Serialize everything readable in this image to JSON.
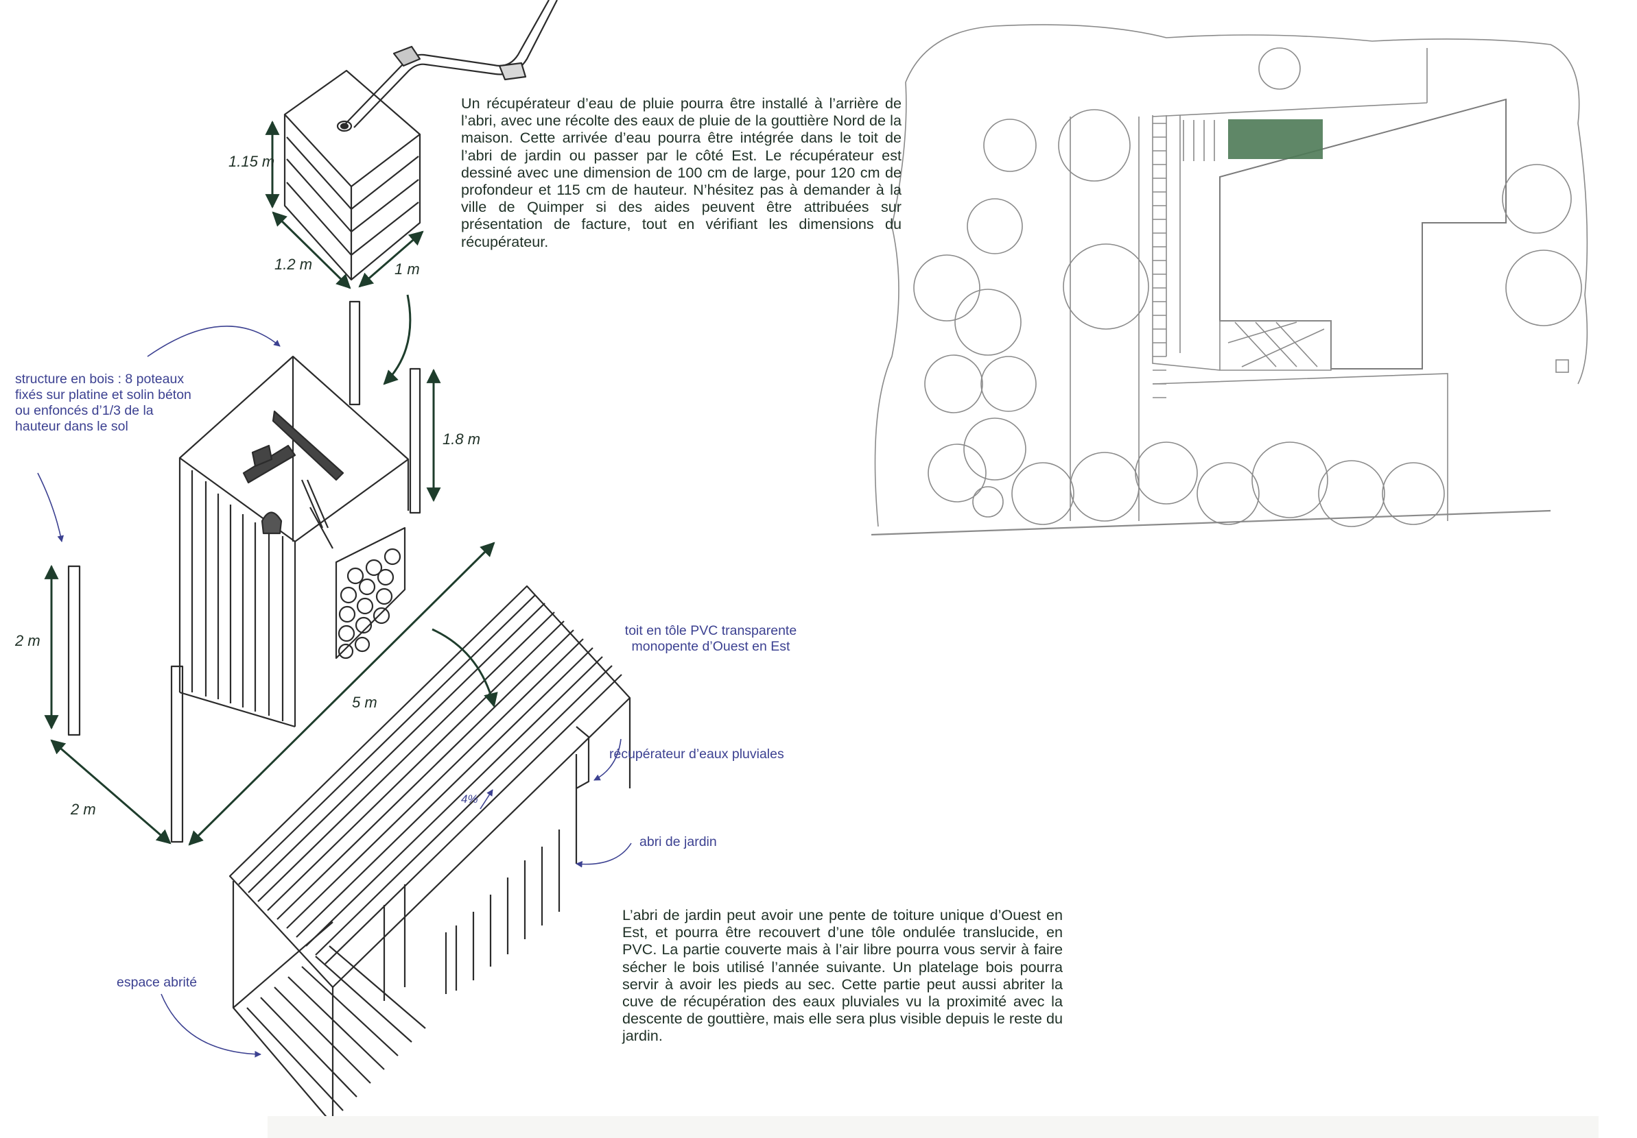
{
  "texts": {
    "recuperateur_description": "Un récupérateur d’eau de pluie pourra être installé à l’arrière de l’abri, avec une récolte des eaux de pluie de la gouttière Nord de la maison. Cette arrivée d’eau pourra être intégrée dans le toit de l’abri de jardin ou passer par le côté Est. Le récupérateur est dessiné avec une dimension de 100 cm de large, pour 120 cm de profondeur et 115 cm de hauteur. N’hésitez pas à demander à la ville de Quimper si des aides peuvent être attribuées sur présentation de facture, tout en vérifiant les dimensions du récupérateur.",
    "abri_description": "L’abri de jardin peut avoir une pente de toiture unique d’Ouest en Est, et pourra être recouvert d’une tôle ondulée translucide, en PVC. La partie couverte mais à l’air libre pourra vous servir à faire sécher le bois utilisé l’année suivante. Un platelage bois pourra servir à avoir les pieds au sec. Cette partie peut aussi abriter la cuve de récupération des eaux pluviales vu la proximité avec la descente de gouttière, mais elle sera plus visible depuis le reste du jardin."
  },
  "dimensions": {
    "tank_height": "1.15 m",
    "tank_depth": "1.2 m",
    "tank_width": "1 m",
    "post_height": "1.8 m",
    "frame_height": "2 m",
    "frame_width": "2 m",
    "frame_length": "5 m"
  },
  "annotations": {
    "structure": "structure en bois : 8 poteaux fixés sur platine et solin béton ou enfoncés d’1/3 de la hauteur dans le sol",
    "roof": "toit en tôle PVC transparente monopente d’Ouest en Est",
    "collector": "récupérateur d’eaux pluviales",
    "shed": "abri de jardin",
    "sheltered_space": "espace abrité",
    "slope": "4%"
  },
  "colors": {
    "text_dark": "#1f3026",
    "dimension_line": "#1e3d2c",
    "annotation": "#3c4191",
    "sketch": "#2b2b2b",
    "plan_sketch": "#8a8a8a",
    "shed_highlight": "#4e7a57"
  }
}
